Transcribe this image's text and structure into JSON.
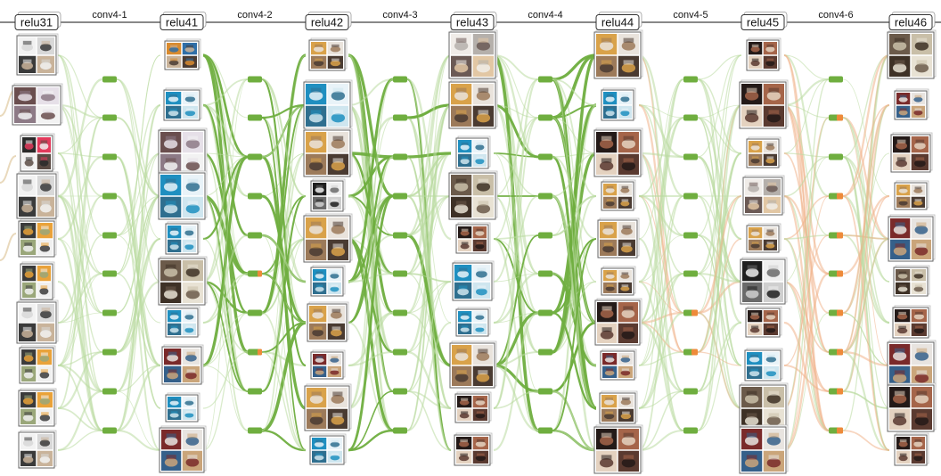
{
  "layers": [
    {
      "id": "relu31",
      "label": "relu31",
      "clusters": [
        {
          "kind": "dog-grid"
        },
        {
          "kind": "car-grid"
        },
        {
          "kind": "cat-car"
        },
        {
          "kind": "dog-grid"
        },
        {
          "kind": "animal-mixed"
        },
        {
          "kind": "animal-mixed"
        },
        {
          "kind": "dog-grid"
        },
        {
          "kind": "animal-mixed"
        },
        {
          "kind": "animal-mixed"
        },
        {
          "kind": "dog-grid"
        }
      ]
    },
    {
      "id": "relu41",
      "label": "relu41",
      "clusters": [
        {
          "kind": "mixed-grid"
        },
        {
          "kind": "blue-car"
        },
        {
          "kind": "car-grid"
        },
        {
          "kind": "blue-car"
        },
        {
          "kind": "blue-car"
        },
        {
          "kind": "horse-grid"
        },
        {
          "kind": "blue-car"
        },
        {
          "kind": "car-mixed"
        },
        {
          "kind": "blue-car"
        },
        {
          "kind": "car-mixed"
        }
      ]
    },
    {
      "id": "relu42",
      "label": "relu42",
      "clusters": [
        {
          "kind": "tan-car"
        },
        {
          "kind": "blue-car"
        },
        {
          "kind": "tan-car"
        },
        {
          "kind": "dark-animal"
        },
        {
          "kind": "tan-car"
        },
        {
          "kind": "blue-car"
        },
        {
          "kind": "tan-car"
        },
        {
          "kind": "car-mixed"
        },
        {
          "kind": "tan-car"
        },
        {
          "kind": "blue-car"
        }
      ]
    },
    {
      "id": "relu43",
      "label": "relu43",
      "clusters": [
        {
          "kind": "white-car"
        },
        {
          "kind": "tan-car"
        },
        {
          "kind": "blue-car"
        },
        {
          "kind": "horse-grid"
        },
        {
          "kind": "red-car"
        },
        {
          "kind": "blue-car"
        },
        {
          "kind": "blue-car"
        },
        {
          "kind": "tan-car"
        },
        {
          "kind": "red-car"
        },
        {
          "kind": "red-car"
        }
      ]
    },
    {
      "id": "relu44",
      "label": "relu44",
      "clusters": [
        {
          "kind": "tan-car"
        },
        {
          "kind": "blue-car"
        },
        {
          "kind": "red-car"
        },
        {
          "kind": "tan-car"
        },
        {
          "kind": "tan-car"
        },
        {
          "kind": "tan-car"
        },
        {
          "kind": "red-car"
        },
        {
          "kind": "car-mixed"
        },
        {
          "kind": "tan-car"
        },
        {
          "kind": "red-car"
        }
      ]
    },
    {
      "id": "relu45",
      "label": "relu45",
      "clusters": [
        {
          "kind": "red-car"
        },
        {
          "kind": "red-car"
        },
        {
          "kind": "tan-car"
        },
        {
          "kind": "white-car"
        },
        {
          "kind": "tan-car"
        },
        {
          "kind": "dark-animal"
        },
        {
          "kind": "red-car"
        },
        {
          "kind": "blue-car"
        },
        {
          "kind": "horse-grid"
        },
        {
          "kind": "car-mixed"
        }
      ]
    },
    {
      "id": "relu46",
      "label": "relu46",
      "clusters": [
        {
          "kind": "horse-grid"
        },
        {
          "kind": "car-mixed"
        },
        {
          "kind": "red-car"
        },
        {
          "kind": "tan-car"
        },
        {
          "kind": "car-mixed"
        },
        {
          "kind": "horse-grid"
        },
        {
          "kind": "red-car"
        },
        {
          "kind": "car-mixed"
        },
        {
          "kind": "red-car"
        },
        {
          "kind": "red-car"
        }
      ]
    }
  ],
  "convs": [
    {
      "id": "conv4-1",
      "label": "conv4-1",
      "node_count": 10,
      "orange_nodes": []
    },
    {
      "id": "conv4-2",
      "label": "conv4-2",
      "node_count": 10,
      "orange_nodes": [
        5,
        7
      ]
    },
    {
      "id": "conv4-3",
      "label": "conv4-3",
      "node_count": 10,
      "orange_nodes": []
    },
    {
      "id": "conv4-4",
      "label": "conv4-4",
      "node_count": 10,
      "orange_nodes": []
    },
    {
      "id": "conv4-5",
      "label": "conv4-5",
      "node_count": 10,
      "orange_nodes": [
        6,
        7
      ]
    },
    {
      "id": "conv4-6",
      "label": "conv4-6",
      "node_count": 10,
      "orange_nodes": [
        1,
        3,
        4,
        5,
        6,
        7,
        8,
        9
      ]
    }
  ],
  "colors": {
    "edge_green": "#6fae3f",
    "edge_light": "#b9dba0",
    "edge_orange": "#f0b28a",
    "node_green": "#6fae3f",
    "node_orange": "#ee8a3a",
    "frame": "#666666",
    "label_box": "#ffffff"
  },
  "palettes": {
    "dog-grid": [
      "#f2f2f2",
      "#d8d8d8",
      "#3a3a3a",
      "#c9b39a"
    ],
    "car-grid": [
      "#6a4e4e",
      "#e6e0e8",
      "#8d7a86",
      "#f2f2f2"
    ],
    "cat-car": [
      "#2a2a2a",
      "#e33a5c",
      "#f0f0f0",
      "#5a4b44"
    ],
    "animal-mixed": [
      "#3b3b3b",
      "#e9a23a",
      "#9aa77a",
      "#f0f0f0"
    ],
    "mixed-grid": [
      "#d98b2f",
      "#2f6fa8",
      "#c9b39a",
      "#4a3b32"
    ],
    "blue-car": [
      "#1f8fc0",
      "#e9f3f8",
      "#2f6f8f",
      "#cfe6ef"
    ],
    "horse-grid": [
      "#6b5a4a",
      "#c9bfa8",
      "#3e3126",
      "#e8e2d4"
    ],
    "car-mixed": [
      "#7a2a2a",
      "#e8e4e0",
      "#35608a",
      "#caa57a"
    ],
    "tan-car": [
      "#d9a24a",
      "#e9e3dc",
      "#9c7a5a",
      "#4a3b32"
    ],
    "dark-animal": [
      "#1f1f1f",
      "#efefef",
      "#6a6a6a",
      "#cfcfcf"
    ],
    "white-car": [
      "#f0ece8",
      "#b5b0ab",
      "#6b5a55",
      "#e2c7a4"
    ],
    "red-car": [
      "#241a18",
      "#a5654a",
      "#e4d2c0",
      "#5a3a30"
    ]
  }
}
